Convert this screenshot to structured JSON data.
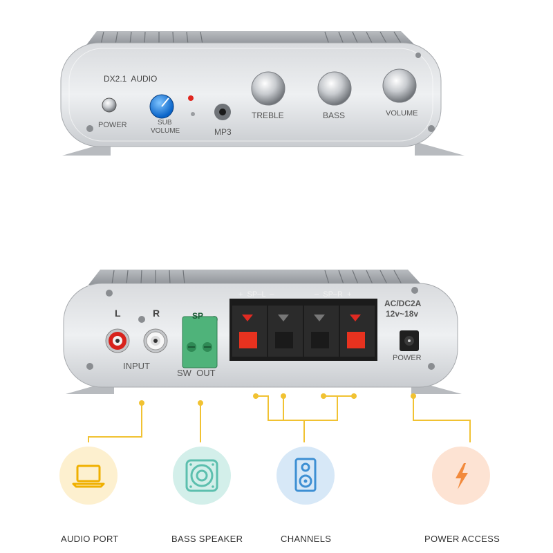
{
  "front_panel": {
    "model": "DX2.1  AUDIO",
    "power": "POWER",
    "sub_volume_1": "SUB",
    "sub_volume_2": "VOLUME",
    "mp3": "MP3",
    "treble": "TREBLE",
    "bass": "BASS",
    "volume": "VOLUME"
  },
  "rear_panel": {
    "l": "L",
    "r": "R",
    "input": "INPUT",
    "sp": "SP",
    "sw_out": "SW  OUT",
    "sp_l": "+  SP–L  –",
    "sp_r": "–  SP–R  +",
    "acdc_1": "AC/DC2A",
    "acdc_2": "12v~18v",
    "power": "POWER"
  },
  "features": [
    {
      "label": "AUDIO PORT",
      "icon": "laptop-icon",
      "color": "#fdf0cf",
      "stroke": "#f0b000"
    },
    {
      "label": "BASS SPEAKER",
      "icon": "speaker-cone-icon",
      "color": "#d3efea",
      "stroke": "#5cbfae"
    },
    {
      "label": "CHANNELS",
      "icon": "speaker-box-icon",
      "color": "#d7e8f7",
      "stroke": "#3d8fd3"
    },
    {
      "label": "POWER ACCESS",
      "icon": "lightning-icon",
      "color": "#fde3d3",
      "stroke": "#f28a3c"
    }
  ],
  "colors": {
    "connector": "#f1c232",
    "panel": "#e4e6e8"
  }
}
